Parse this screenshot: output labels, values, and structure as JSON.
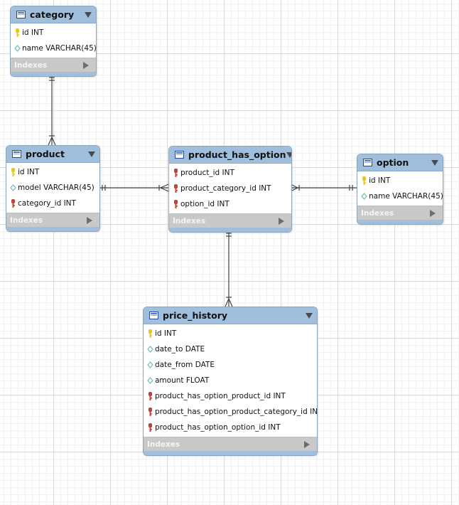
{
  "diagram": {
    "indexes_label": "Indexes",
    "colors": {
      "header": "#9fbfdc",
      "indexes_bar": "#c9c9c9",
      "primary_key_icon": "#e8c52a",
      "foreign_key_icon": "#c0403a",
      "attribute_icon": "#5fb3b3",
      "connector": "#404040"
    },
    "tables": {
      "category": {
        "name": "category",
        "columns": [
          {
            "label": "id INT",
            "icon": "primary-key-icon"
          },
          {
            "label": "name VARCHAR(45)",
            "icon": "attribute-icon"
          }
        ]
      },
      "product": {
        "name": "product",
        "columns": [
          {
            "label": "id INT",
            "icon": "primary-key-icon"
          },
          {
            "label": "model VARCHAR(45)",
            "icon": "attribute-icon"
          },
          {
            "label": "category_id INT",
            "icon": "foreign-key-icon"
          }
        ]
      },
      "product_has_option": {
        "name": "product_has_option",
        "columns": [
          {
            "label": "product_id INT",
            "icon": "foreign-key-icon"
          },
          {
            "label": "product_category_id INT",
            "icon": "foreign-key-icon"
          },
          {
            "label": "option_id INT",
            "icon": "foreign-key-icon"
          }
        ]
      },
      "option": {
        "name": "option",
        "columns": [
          {
            "label": "id INT",
            "icon": "primary-key-icon"
          },
          {
            "label": "name VARCHAR(45)",
            "icon": "attribute-icon"
          }
        ]
      },
      "price_history": {
        "name": "price_history",
        "columns": [
          {
            "label": "id INT",
            "icon": "primary-key-icon"
          },
          {
            "label": "date_to DATE",
            "icon": "attribute-icon"
          },
          {
            "label": "date_from DATE",
            "icon": "attribute-icon"
          },
          {
            "label": "amount FLOAT",
            "icon": "attribute-icon"
          },
          {
            "label": "product_has_option_product_id INT",
            "icon": "foreign-key-icon"
          },
          {
            "label": "product_has_option_product_category_id INT",
            "icon": "foreign-key-icon"
          },
          {
            "label": "product_has_option_option_id INT",
            "icon": "foreign-key-icon"
          }
        ]
      }
    },
    "relationships": [
      {
        "from": "category",
        "to": "product",
        "from_cardinality": "one",
        "to_cardinality": "many"
      },
      {
        "from": "product",
        "to": "product_has_option",
        "from_cardinality": "one",
        "to_cardinality": "many"
      },
      {
        "from": "option",
        "to": "product_has_option",
        "from_cardinality": "one",
        "to_cardinality": "many"
      },
      {
        "from": "product_has_option",
        "to": "price_history",
        "from_cardinality": "one",
        "to_cardinality": "many"
      }
    ]
  }
}
